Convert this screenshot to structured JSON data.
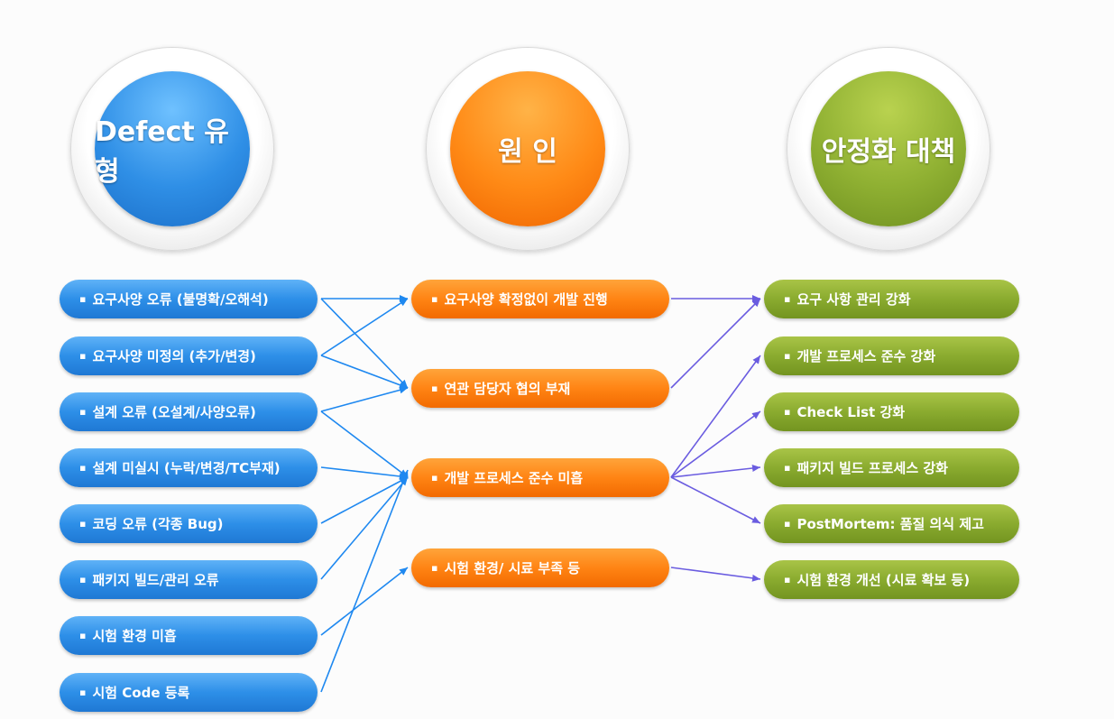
{
  "headers": [
    {
      "label": "Defect 유형",
      "color": "blue"
    },
    {
      "label": "원 인",
      "color": "orange"
    },
    {
      "label": "안정화 대책",
      "color": "green"
    }
  ],
  "bullet": "▪",
  "defect_types": [
    "요구사양 오류 (불명확/오해석)",
    "요구사양 미정의 (추가/변경)",
    "설계 오류 (오설계/사양오류)",
    "설계 미실시 (누락/변경/TC부재)",
    "코딩 오류 (각종 Bug)",
    "패키지 빌드/관리 오류",
    "시험 환경 미흡",
    "시험 Code 등록"
  ],
  "causes": [
    "요구사양 확정없이 개발 진행",
    "연관 담당자 협의 부재",
    "개발 프로세스 준수 미흡",
    "시험 환경/ 시료 부족 등"
  ],
  "countermeasures": [
    "요구 사항 관리 강화",
    "개발 프로세스 준수 강화",
    "Check List 강화",
    "패키지 빌드 프로세스 강화",
    "PostMortem: 품질 의식 제고",
    "시험 환경 개선 (시료 확보 등)"
  ],
  "colors": {
    "blue": "#2d8fe8",
    "orange": "#ff8414",
    "green": "#8aab2f",
    "arrow_blue": "#1e88f0",
    "arrow_purple": "#6a5ce0"
  },
  "links_type_to_cause": [
    [
      0,
      0
    ],
    [
      0,
      1
    ],
    [
      1,
      0
    ],
    [
      1,
      1
    ],
    [
      2,
      1
    ],
    [
      2,
      2
    ],
    [
      3,
      2
    ],
    [
      4,
      2
    ],
    [
      5,
      2
    ],
    [
      6,
      3
    ],
    [
      7,
      2
    ]
  ],
  "links_cause_to_measure": [
    [
      0,
      0
    ],
    [
      1,
      0
    ],
    [
      2,
      1
    ],
    [
      2,
      2
    ],
    [
      2,
      3
    ],
    [
      2,
      4
    ],
    [
      3,
      5
    ]
  ]
}
